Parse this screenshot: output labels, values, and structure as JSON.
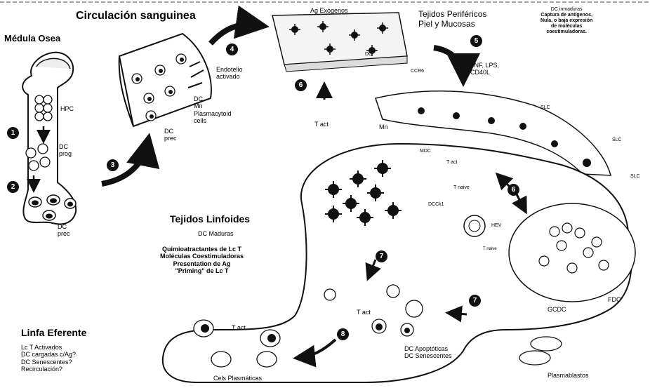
{
  "title_circulacion": "Circulación sanguinea",
  "title_medula": "Médula Osea",
  "hpc": "HPC",
  "dc_prog": [
    "DC",
    "prog"
  ],
  "dc_prec_marrow": [
    "DC",
    "prec"
  ],
  "dc_prec_vessel": [
    "DC",
    "prec"
  ],
  "vessel_cells": [
    "DC",
    "Mn",
    "Plasmacytoid",
    "cells"
  ],
  "endotelio": [
    "Endotelio",
    "activado"
  ],
  "ag_exogenos": "Ag Exógenos",
  "tejidos_perifericos": [
    "Tejidos Periféricos",
    "Piel y Mucosas"
  ],
  "dc_inmaduras": [
    "DC inmaduras",
    "Captura de antígenos,",
    "Nula, o baja expresión",
    "de moléculas",
    "coestimuladoras."
  ],
  "tnf": [
    "TNF, LPS,",
    "CD40L"
  ],
  "ccr6": "CCR6",
  "dc_small": "DC",
  "t_act_top": "T act",
  "mn": "Mn",
  "slc1": "SLC",
  "slc2": "SLC",
  "slc3": "SLC",
  "mdc": "MDC",
  "t_act_mid": "T act",
  "t_naive": "T naive",
  "dcck1": "DCCk1",
  "hev": "HEV",
  "t_naive_small": "T naive",
  "tejidos_linfoides": "Tejidos Linfoides",
  "dc_maduras": "DC Maduras",
  "linfoides_list": [
    "Quimioatractantes de Lc T",
    "Moléculas Coestimuladoras",
    "Presentation de Ag",
    "\"Priming\" de Lc T"
  ],
  "gcdc": "GCDC",
  "fdc": "FDC",
  "t_act_low": "T act",
  "dc_apoptoticas": [
    "DC Apoptóticas",
    "DC Senescentes"
  ],
  "plasmablastos": "Plasmablastos",
  "t_act_efferent": "T act",
  "cels_plasmaticas": "Cels Plasmáticas",
  "linfa_eferente": "Linfa Eferente",
  "linfa_list": [
    "Lc T Activados",
    "DC cargadas c/Ag?",
    "DC Senescentes?",
    "Recirculación?"
  ],
  "steps": [
    "1",
    "2",
    "3",
    "4",
    "5",
    "6",
    "6",
    "7",
    "7",
    "8"
  ]
}
